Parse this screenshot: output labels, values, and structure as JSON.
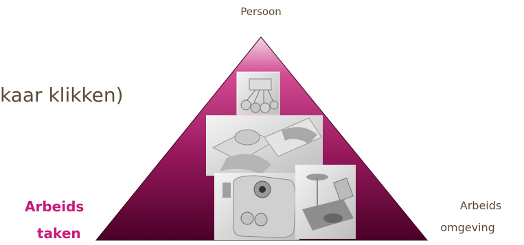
{
  "labels": {
    "top": "Persoon",
    "left_line1": "Arbeids",
    "left_line2": "taken",
    "right_line1": "Arbeids",
    "right_line2": "omgeving"
  },
  "title_fragment": "kaar klikken)",
  "colors": {
    "pyramid_top": "#ffffff",
    "pyramid_mid": "#b0246f",
    "pyramid_bottom": "#4a0028",
    "accent_text": "#c8187c",
    "body_text": "#5a4a2e"
  },
  "images": [
    "switch-device-photo",
    "keyboard-hands-photo",
    "trackball-photo",
    "workstation-photo"
  ]
}
